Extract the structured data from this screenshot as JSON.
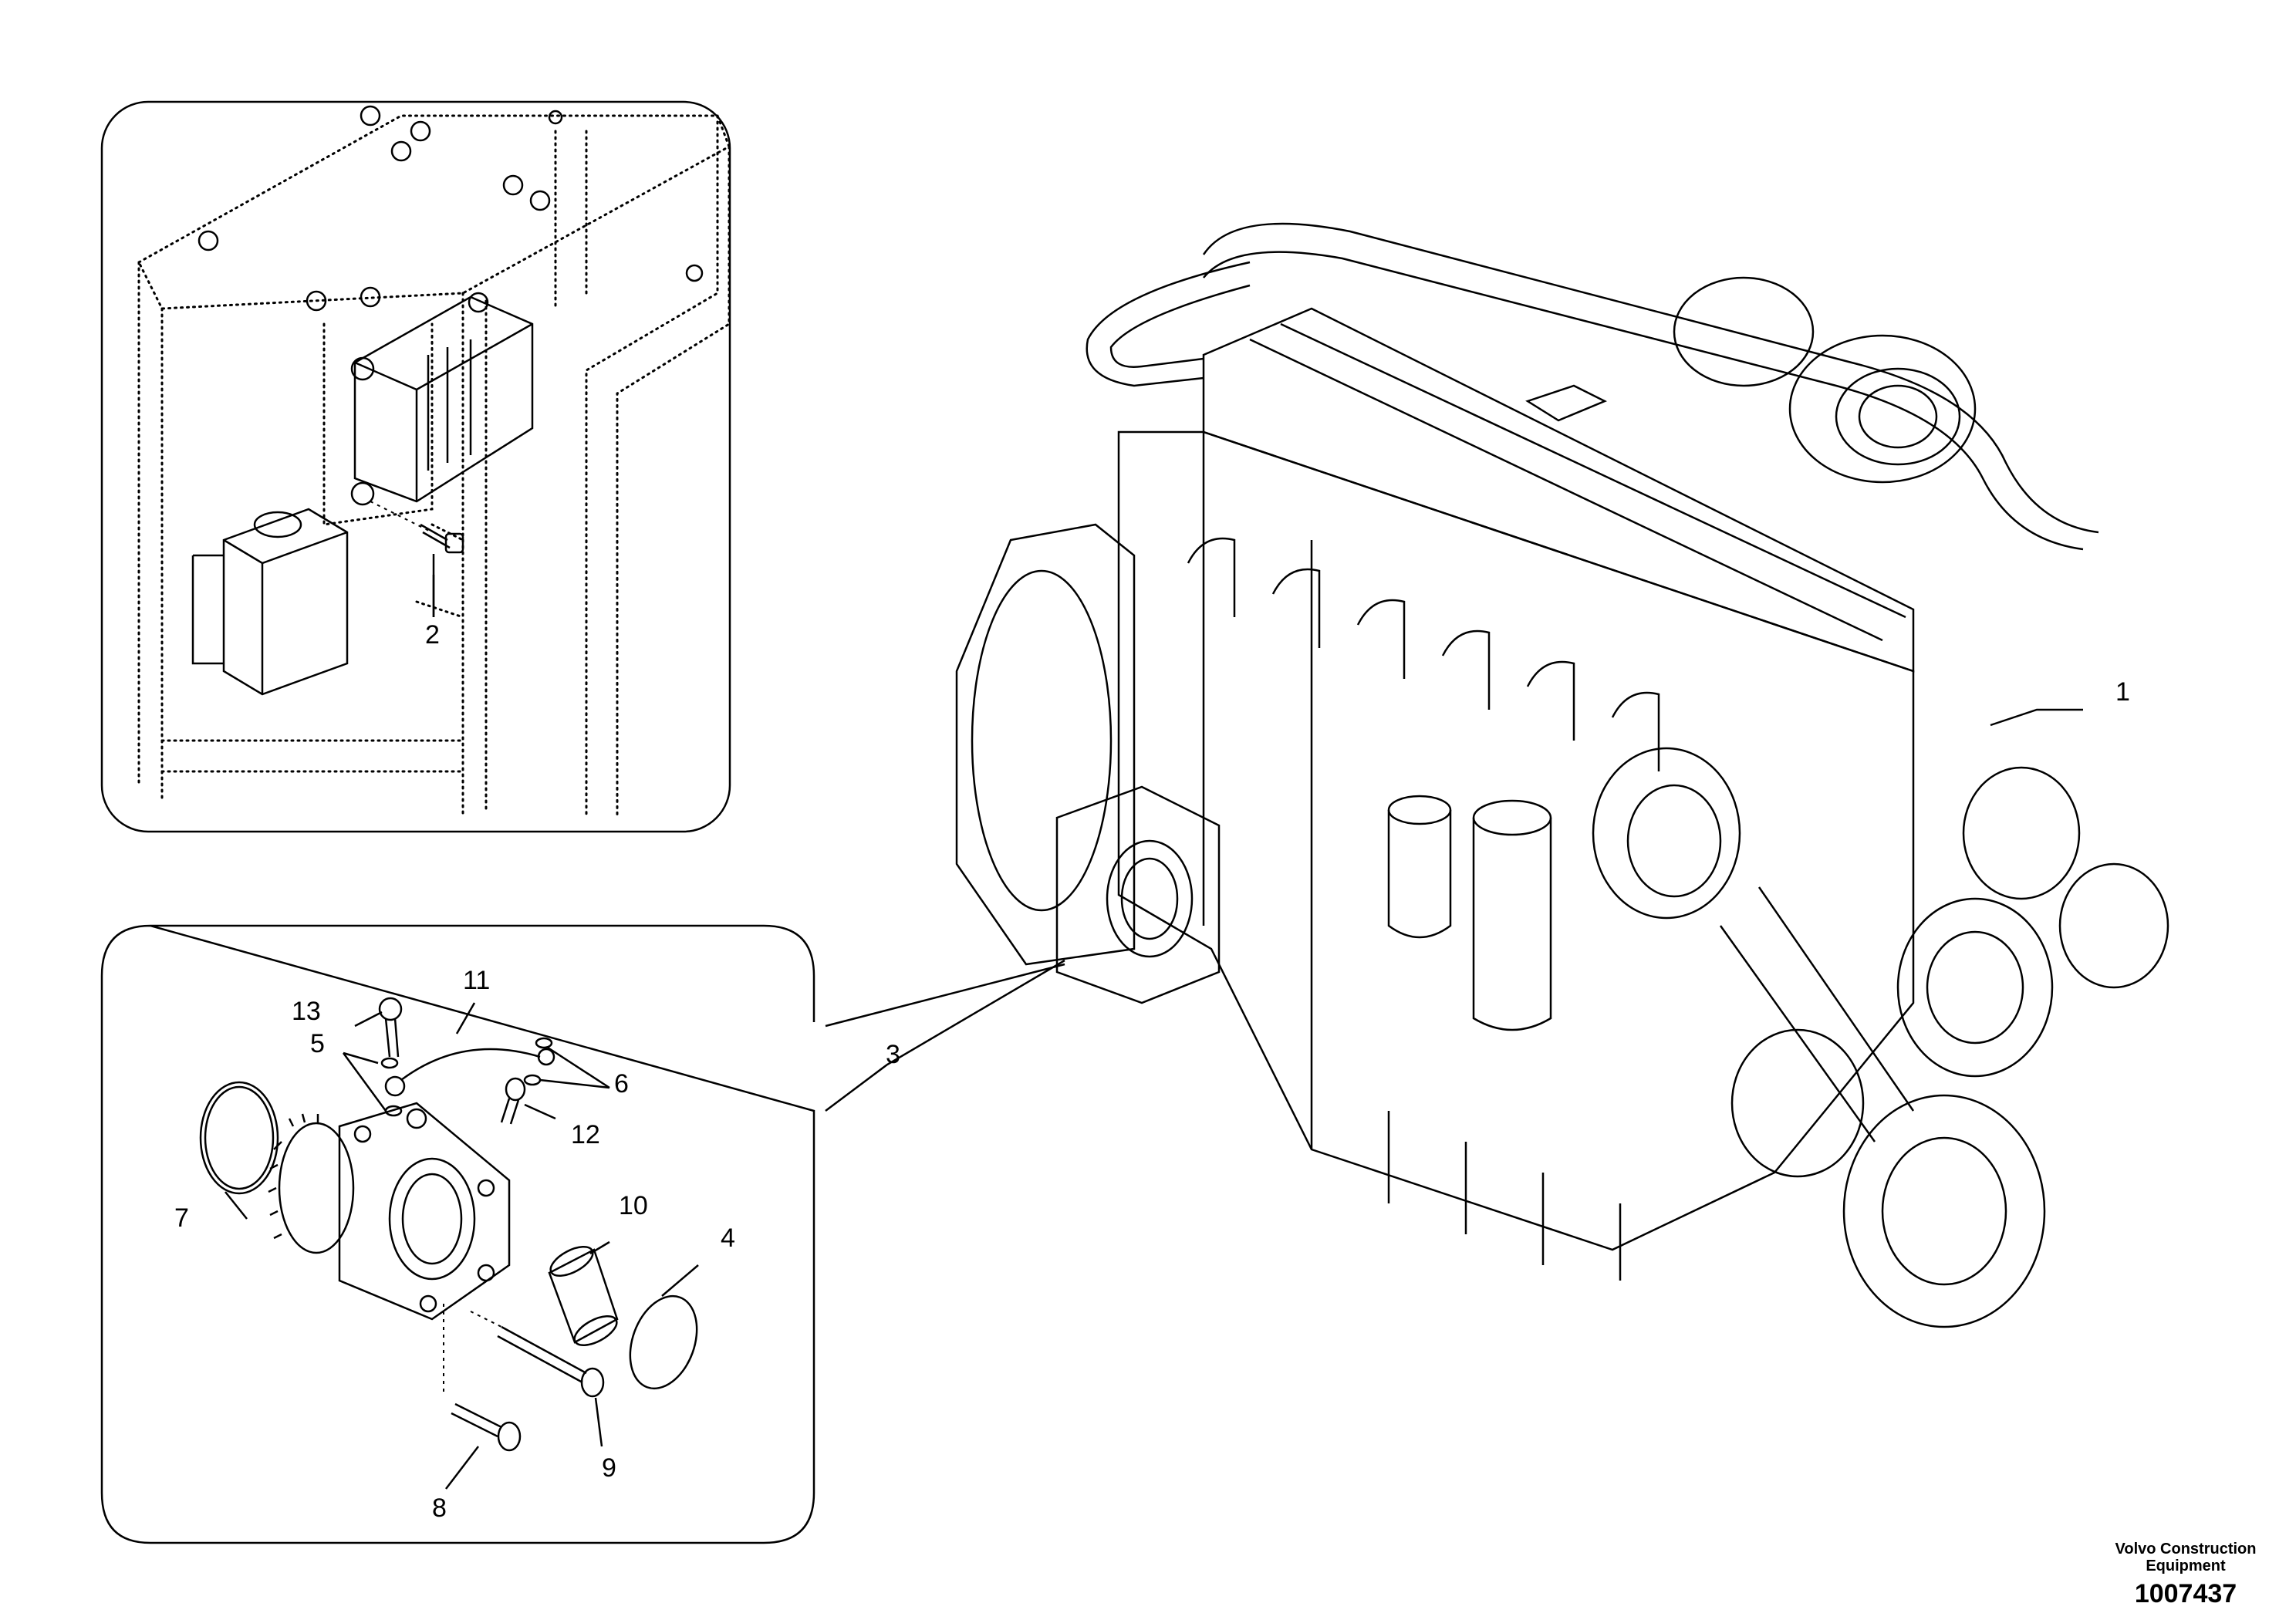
{
  "callouts": {
    "c1": "1",
    "c2": "2",
    "c3": "3",
    "c4": "4",
    "c5": "5",
    "c6": "6",
    "c7": "7",
    "c8": "8",
    "c9": "9",
    "c10": "10",
    "c11": "11",
    "c12": "12",
    "c13": "13"
  },
  "footer": {
    "company_line1": "Volvo Construction",
    "company_line2": "Equipment",
    "document_number": "1007437"
  }
}
